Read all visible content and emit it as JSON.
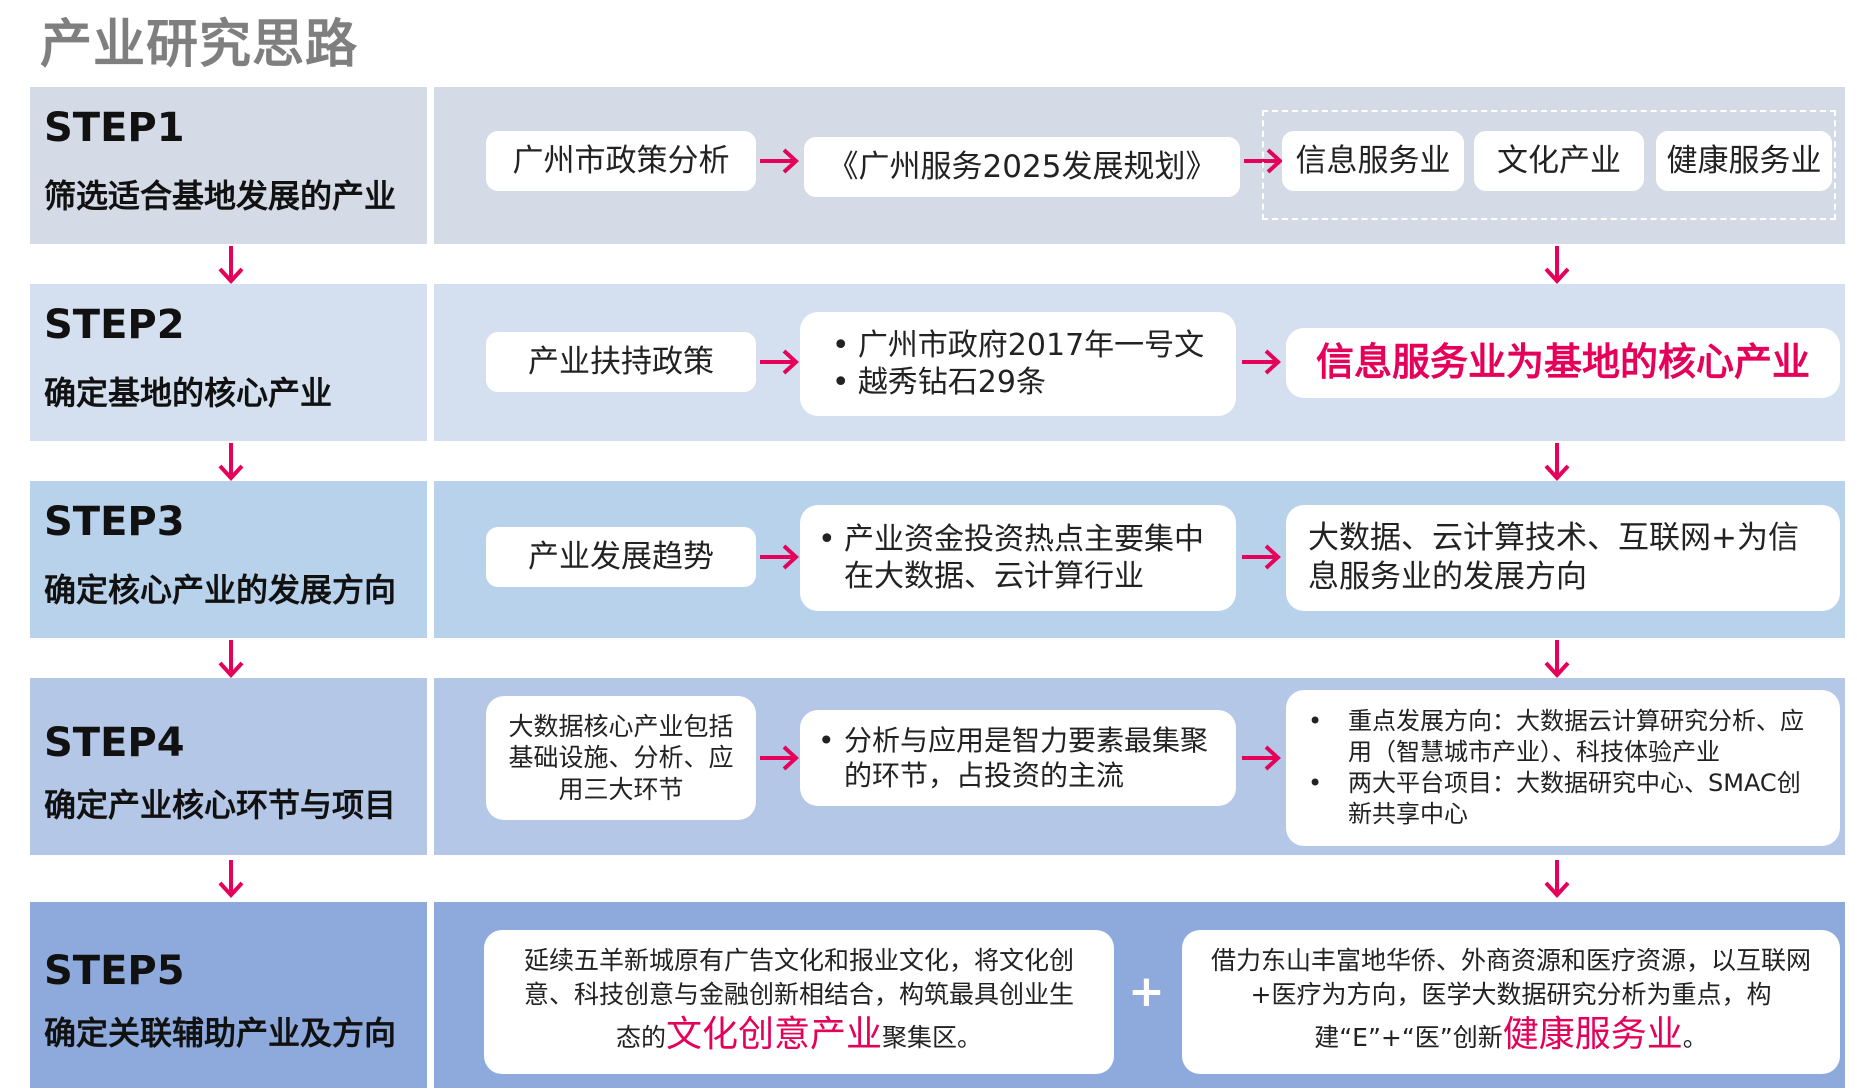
{
  "title": "产业研究思路",
  "colors": {
    "accent": "#e5005a",
    "band1": "#d5dbe6",
    "band2": "#d4e0ef",
    "band3": "#b8d2ec",
    "band4": "#b4c7e7",
    "band5": "#8eaadc",
    "title": "#7f7f7f"
  },
  "icons": {
    "arrow_right": "arrow-right-icon",
    "arrow_down": "arrow-down-icon",
    "plus": "plus-icon"
  },
  "steps": [
    {
      "num": "STEP1",
      "desc": "筛选适合基地发展的产业",
      "box1": "广州市政策分析",
      "box2": "《广州服务2025发展规划》",
      "tags": [
        "信息服务业",
        "文化产业",
        "健康服务业"
      ]
    },
    {
      "num": "STEP2",
      "desc": "确定基地的核心产业",
      "box1": "产业扶持政策",
      "box2_bullets": [
        "广州市政府2017年一号文",
        "越秀钻石29条"
      ],
      "box3": "信息服务业为基地的核心产业"
    },
    {
      "num": "STEP3",
      "desc": "确定核心产业的发展方向",
      "box1": "产业发展趋势",
      "box2_bullets": [
        "产业资金投资热点主要集中在大数据、云计算行业"
      ],
      "box3": "大数据、云计算技术、互联网+为信息服务业的发展方向"
    },
    {
      "num": "STEP4",
      "desc": "确定产业核心环节与项目",
      "box1": "大数据核心产业包括基础设施、分析、应用三大环节",
      "box2_bullets": [
        "分析与应用是智力要素最集聚的环节，占投资的主流"
      ],
      "box3_bullets": [
        "重点发展方向：大数据云计算研究分析、应用（智慧城市产业）、科技体验产业",
        "两大平台项目：大数据研究中心、SMAC创新共享中心"
      ]
    },
    {
      "num": "STEP5",
      "desc": "确定关联辅助产业及方向",
      "box1_pre": "延续五羊新城原有广告文化和报业文化，将文化创意、科技创意与金融创新相结合，构筑最具创业生态的",
      "box1_highlight": "文化创意产业",
      "box1_post": "聚集区。",
      "plus": "+",
      "box2_pre": "借力东山丰富地华侨、外商资源和医疗资源，以互联网+医疗为方向，医学大数据研究分析为重点，构建“E”+“医”创新",
      "box2_highlight": "健康服务业",
      "box2_post": "。"
    }
  ]
}
